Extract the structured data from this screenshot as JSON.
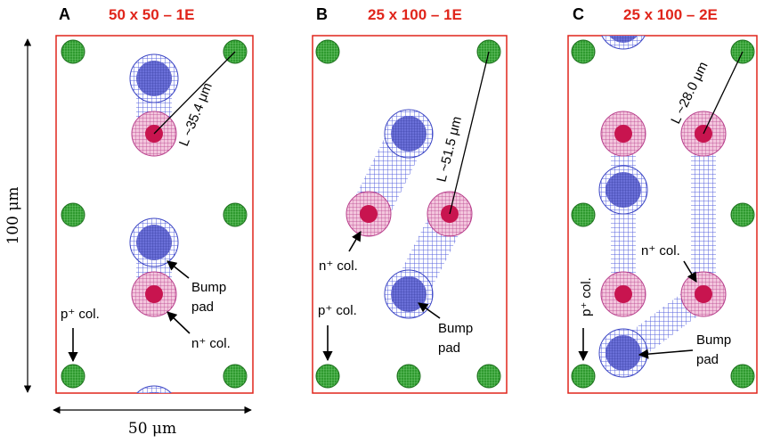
{
  "colors": {
    "title": "#e0251b",
    "frame": "#e0251b",
    "bump": "#4b55d6",
    "n_col": "#c2185b",
    "p_col": "#2e9e2e"
  },
  "dimensions": {
    "height": "100 μm",
    "width": "50 μm"
  },
  "panels": [
    {
      "letter": "A",
      "title": "50 x 50 – 1E",
      "length": "L ~35.4 μm",
      "labels": {
        "p_col": "p⁺ col.",
        "bump_1": "Bump",
        "bump_2": "pad",
        "n_col": "n⁺ col."
      }
    },
    {
      "letter": "B",
      "title": "25 x 100 – 1E",
      "length": "L ~51.5 μm",
      "labels": {
        "n_col": "n⁺ col.",
        "p_col": "p⁺ col.",
        "bump_1": "Bump",
        "bump_2": "pad"
      }
    },
    {
      "letter": "C",
      "title": "25 x 100 – 2E",
      "length": "L ~28.0 μm",
      "labels": {
        "p_col": "p⁺ col.",
        "n_col": "n⁺ col.",
        "bump_1": "Bump",
        "bump_2": "pad"
      }
    }
  ]
}
